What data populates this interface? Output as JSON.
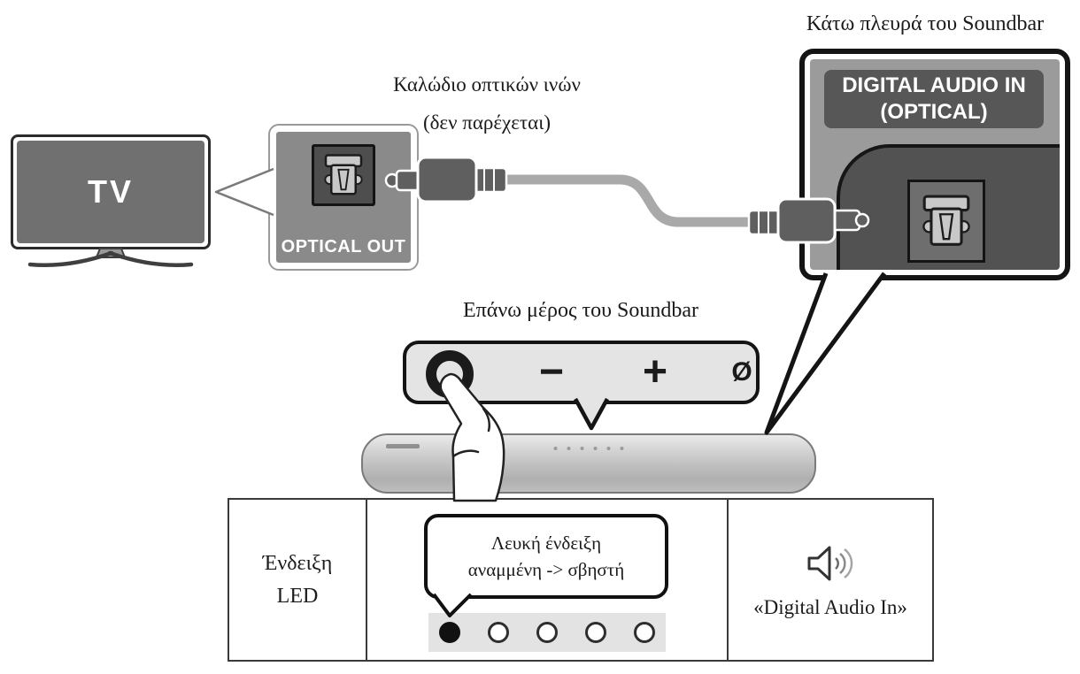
{
  "labels": {
    "soundbar_bottom_side": "Κάτω πλευρά του Soundbar",
    "optical_cable_line1": "Καλώδιο οπτικών ινών",
    "optical_cable_line2": "(δεν παρέχεται)",
    "soundbar_top_side": "Επάνω μέρος του Soundbar"
  },
  "tv": {
    "label": "TV"
  },
  "optical_out": {
    "label": "OPTICAL OUT"
  },
  "digital_audio_in": {
    "label_line1": "DIGITAL AUDIO IN",
    "label_line2": "(OPTICAL)"
  },
  "control_panel": {
    "buttons": [
      {
        "name": "multifunction",
        "symbol": ""
      },
      {
        "name": "volume-down",
        "symbol": "−"
      },
      {
        "name": "volume-up",
        "symbol": "+"
      },
      {
        "name": "power",
        "symbol": "Ø"
      }
    ]
  },
  "table": {
    "col1": {
      "line1": "Ένδειξη",
      "line2": "LED"
    },
    "col2": {
      "bubble_line1": "Λευκή ένδειξη",
      "bubble_line2": "αναμμένη -> σβηστή",
      "leds": {
        "total": 5,
        "filled_index": 0
      }
    },
    "col3": {
      "label": "«Digital Audio In»"
    }
  },
  "colors": {
    "tv_screen": "#707070",
    "optical_out_panel": "#8A8A8A",
    "digital_audio_in_panel": "#9B9B9B",
    "port_label_bg": "#575757",
    "control_panel_bg": "#E4E4E4",
    "soundbar_body": "#C0C0C0",
    "cable": "#A9A9A9",
    "connector": "#5F5F5F",
    "led_strip_bg": "#E3E3E3",
    "led_filled": "#111111",
    "text": "#1A1A1A"
  }
}
